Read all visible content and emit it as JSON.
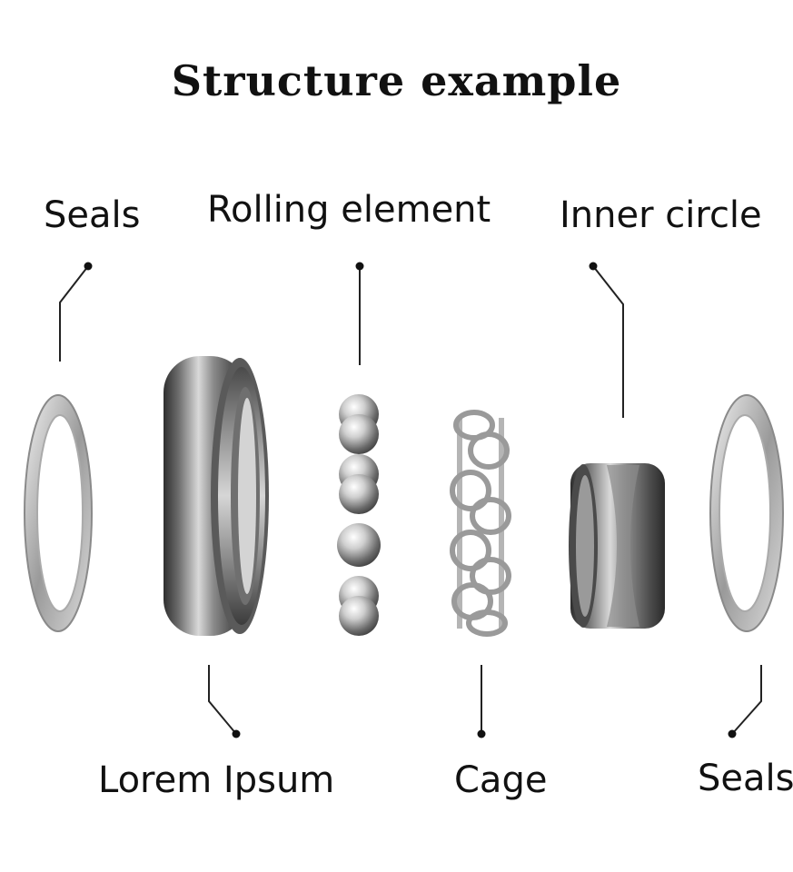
{
  "title": "Structure example",
  "labels": {
    "seals_top": "Seals",
    "rolling_element": "Rolling element",
    "inner_circle": "Inner circle",
    "lorem_ipsum": "Lorem Ipsum",
    "cage": "Cage",
    "seals_bottom": "Seals"
  },
  "colors": {
    "text": "#111111",
    "metal_dark": "#3a3a3a",
    "metal_light": "#e6e6e6"
  }
}
